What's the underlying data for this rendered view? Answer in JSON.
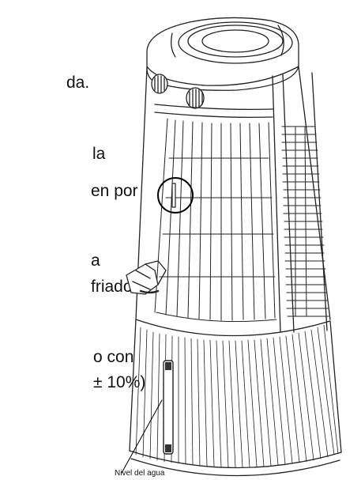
{
  "text_fragments": [
    {
      "id": "line1",
      "text": "da."
    },
    {
      "id": "line2",
      "text": "la"
    },
    {
      "id": "line3",
      "text": "en por"
    },
    {
      "id": "line4",
      "text": "a"
    },
    {
      "id": "line5",
      "text": "friador"
    },
    {
      "id": "line6",
      "text": "o con"
    },
    {
      "id": "line7",
      "text": "± 10%)"
    }
  ],
  "caption": "Nivel del agua"
}
